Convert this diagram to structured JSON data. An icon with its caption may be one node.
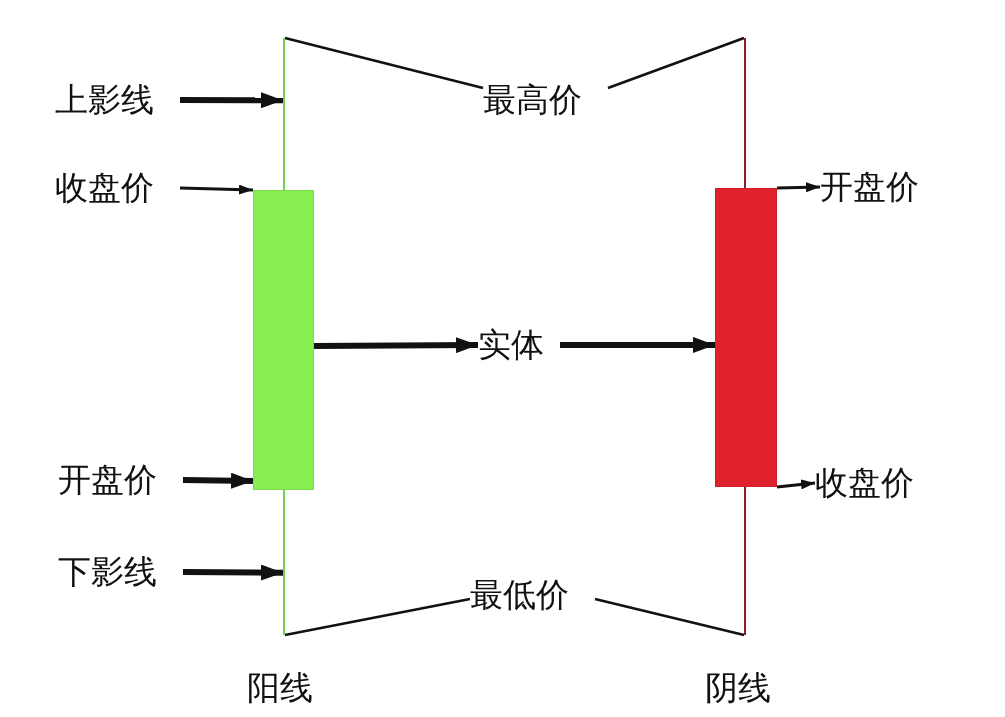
{
  "diagram": {
    "nodes": [
      {
        "text": [
          "上影线"
        ]
      },
      {
        "text": [],
        "shape": "bar"
      },
      {
        "text": [
          "收盘价"
        ]
      },
      {
        "text": [],
        "shape": "box"
      },
      {
        "text": [
          "开盘价"
        ]
      },
      {
        "text": [
          "下影线"
        ]
      },
      {
        "text": [],
        "shape": "bar"
      },
      {
        "text": [
          "最高价"
        ]
      },
      {
        "text": [
          "实体"
        ]
      },
      {
        "text": [
          "最低价"
        ]
      },
      {
        "text": [],
        "shape": "bar"
      },
      {
        "text": [],
        "shape": "box"
      },
      {
        "text": [
          "开盘价"
        ]
      },
      {
        "text": [
          "收盘价"
        ]
      },
      {
        "text": [],
        "shape": "bar"
      }
    ],
    "edges": [
      {
        "from": 0,
        "to": 1,
        "arrow": "to",
        "style": "thick"
      },
      {
        "from": 2,
        "to": 3,
        "arrow": "to"
      },
      {
        "from": 4,
        "to": 3,
        "arrow": "to",
        "style": "thick"
      },
      {
        "from": 5,
        "to": 6,
        "arrow": "to",
        "style": "thick"
      },
      {
        "from": 3,
        "to": 8,
        "arrow": "to",
        "style": "thick"
      },
      {
        "from": 8,
        "to": 11,
        "arrow": "to",
        "style": "thick"
      },
      {
        "from": 7,
        "to": 1,
        "arrow": "none"
      },
      {
        "from": 7,
        "to": 10,
        "arrow": "none"
      },
      {
        "from": 9,
        "to": 6,
        "arrow": "none"
      },
      {
        "from": 9,
        "to": 14,
        "arrow": "none"
      },
      {
        "from": 11,
        "to": 12,
        "arrow": "to"
      },
      {
        "from": 11,
        "to": 13,
        "arrow": "to"
      }
    ],
    "labels": [
      "阳线",
      "阴线"
    ]
  }
}
